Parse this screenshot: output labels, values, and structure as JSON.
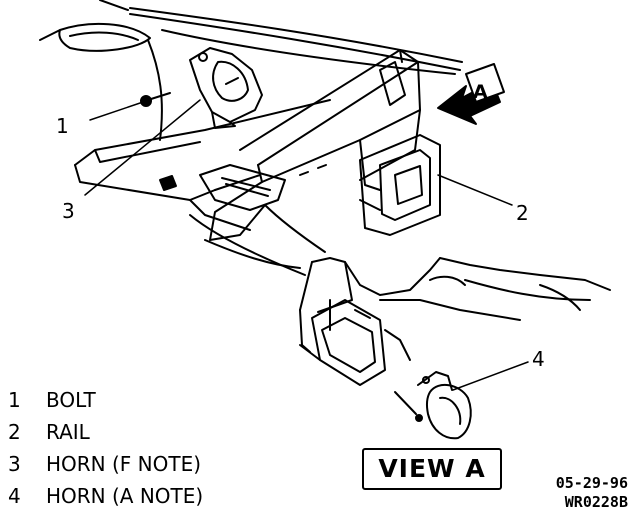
{
  "callouts": {
    "c1": "1",
    "c2": "2",
    "c3": "3",
    "c4": "4",
    "view_arrow": "A"
  },
  "legend": [
    {
      "num": "1",
      "label": "BOLT"
    },
    {
      "num": "2",
      "label": "RAIL"
    },
    {
      "num": "3",
      "label": "HORN (F NOTE)"
    },
    {
      "num": "4",
      "label": "HORN (A NOTE)"
    }
  ],
  "view_label": "VIEW A",
  "date_code": "05-29-96",
  "figure_code": "WR0228B",
  "colors": {
    "ink": "#000000",
    "paper": "#ffffff"
  }
}
